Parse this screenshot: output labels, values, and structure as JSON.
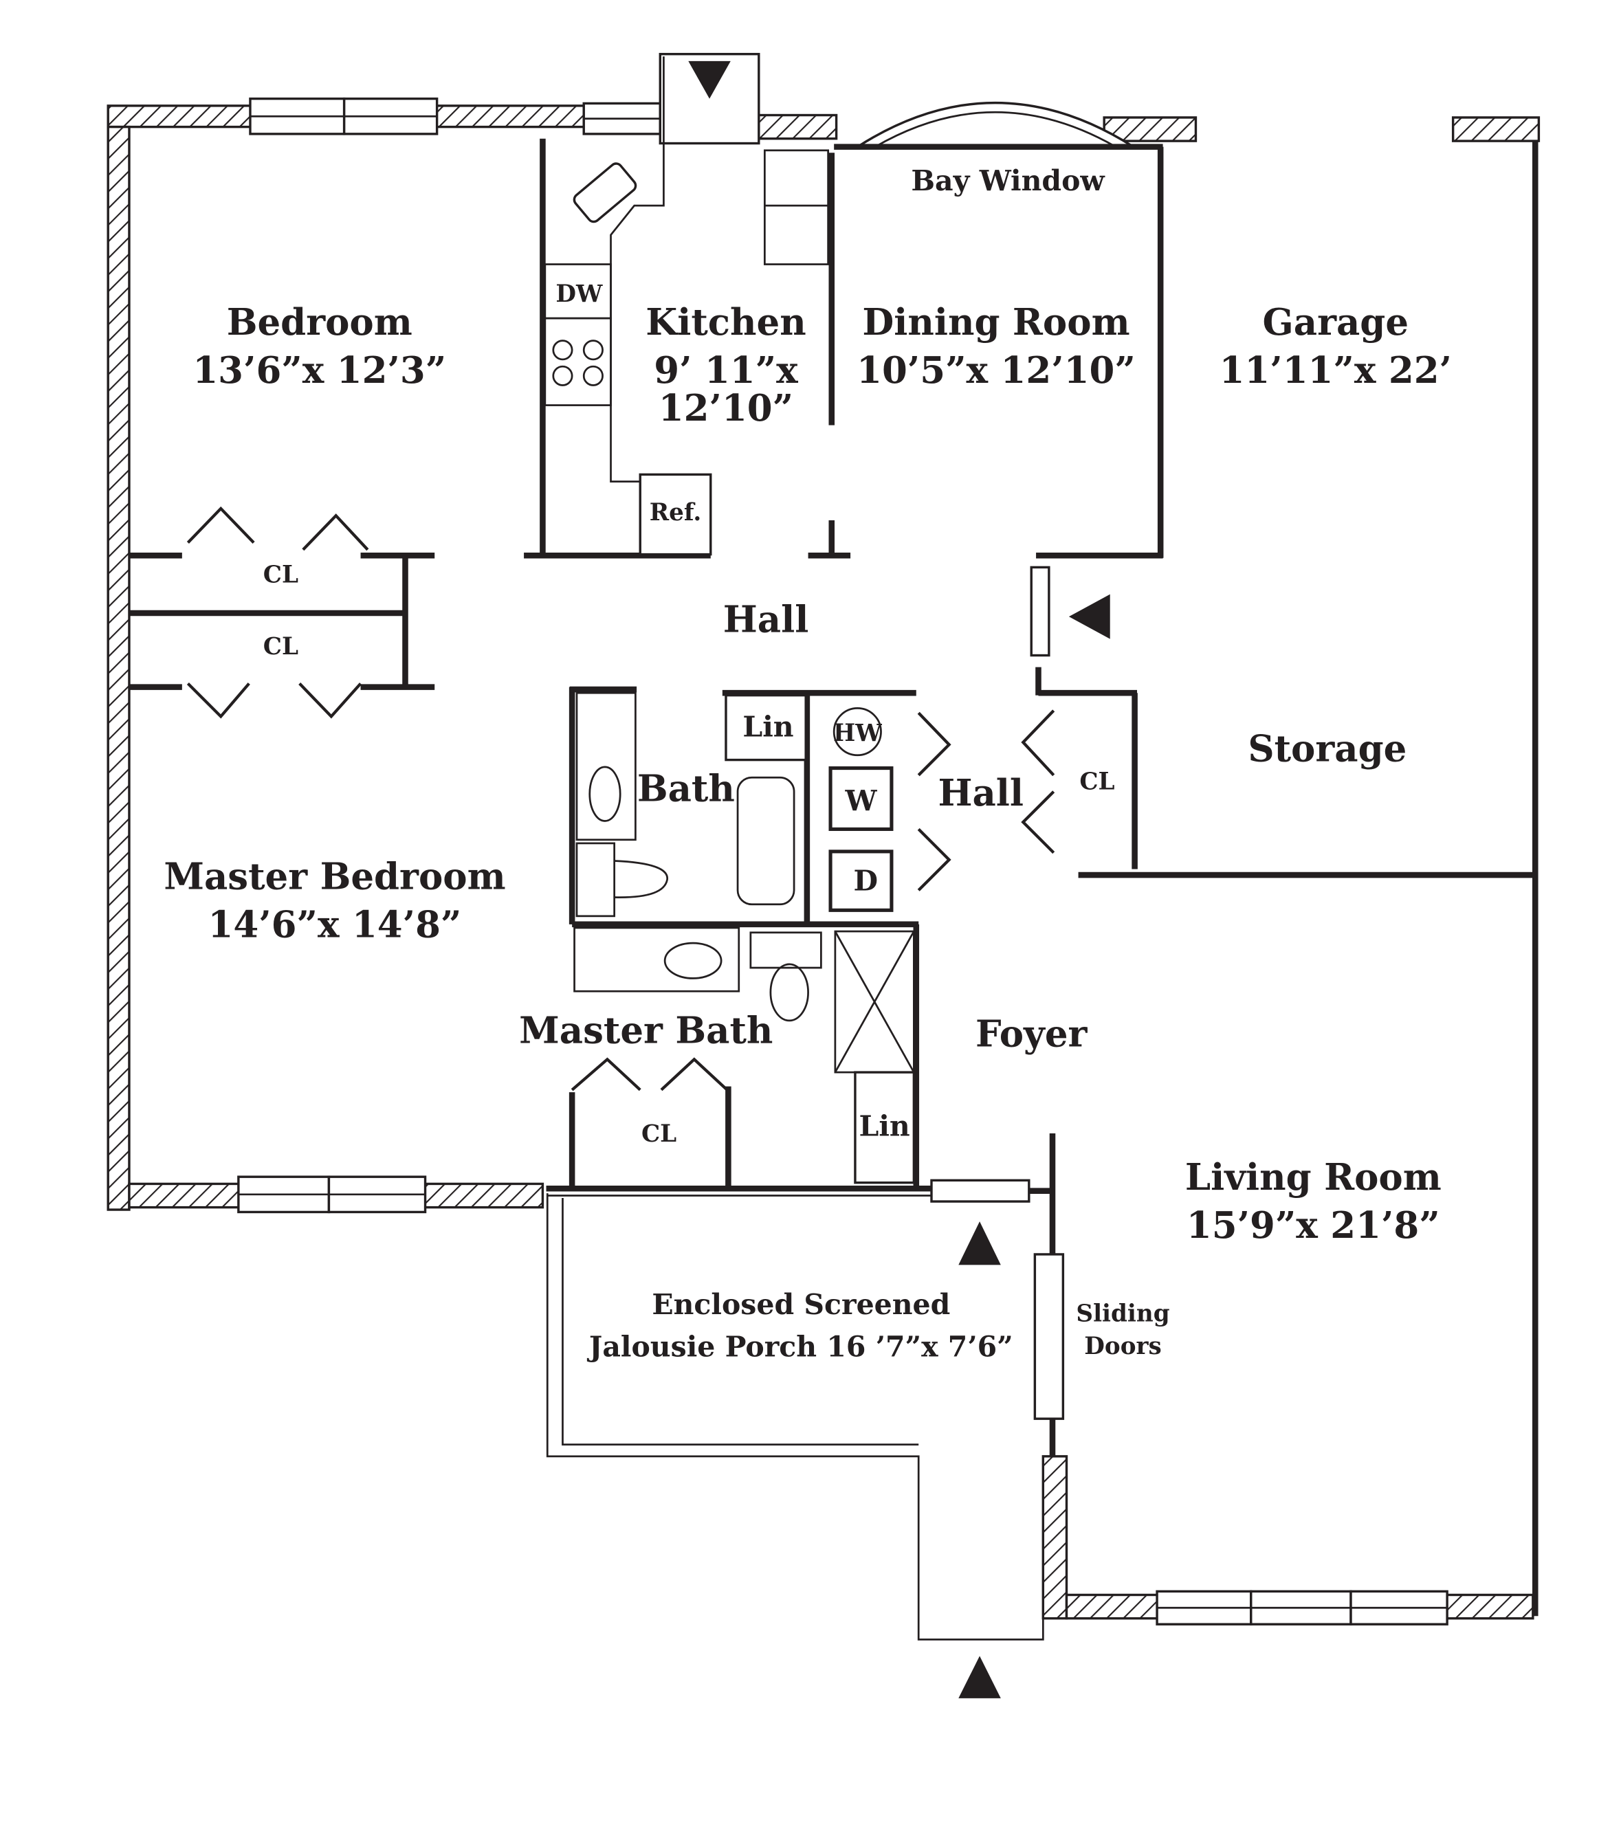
{
  "rooms": {
    "bedroom": {
      "name": "Bedroom",
      "size": "13’6”x 12’3”"
    },
    "kitchen": {
      "name": "Kitchen",
      "size1": "9’ 11”x",
      "size2": "12’10”"
    },
    "dining": {
      "name": "Dining Room",
      "size": "10’5”x 12’10”"
    },
    "garage": {
      "name": "Garage",
      "size": "11’11”x 22’"
    },
    "bay_window": "Bay Window",
    "hall1": "Hall",
    "hall2": "Hall",
    "storage": "Storage",
    "bath": "Bath",
    "master_bedroom": {
      "name": "Master Bedroom",
      "size": "14’6”x 14’8”"
    },
    "master_bath": "Master Bath",
    "foyer": "Foyer",
    "living": {
      "name": "Living Room",
      "size": "15’9”x 21’8”"
    },
    "porch": {
      "line1": "Enclosed Screened",
      "line2": "Jalousie Porch 16 ’7”x 7’6”"
    },
    "sliding_doors": {
      "line1": "Sliding",
      "line2": "Doors"
    }
  },
  "fixtures": {
    "dw": "DW",
    "ref": "Ref.",
    "cl1": "CL",
    "cl2": "CL",
    "cl3": "CL",
    "cl4": "CL",
    "lin1": "Lin",
    "lin2": "Lin",
    "hw": "HW",
    "washer": "W",
    "dryer": "D"
  }
}
